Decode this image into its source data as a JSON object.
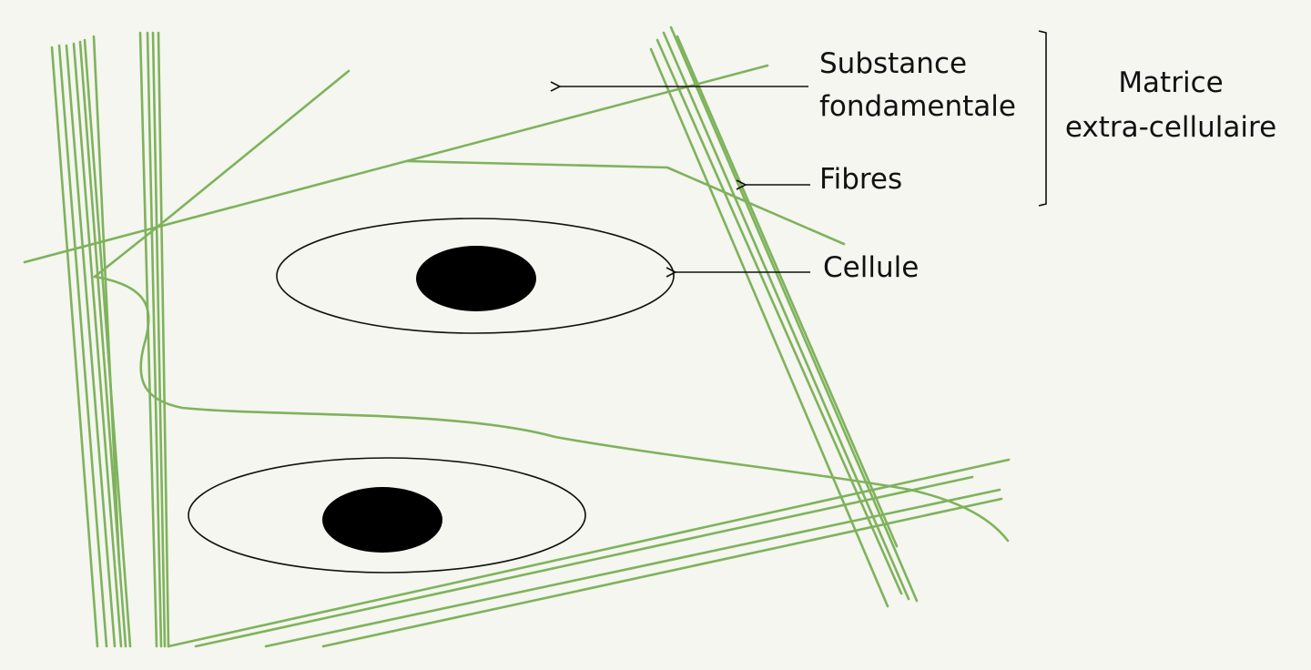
{
  "colors": {
    "background": "#f4f6ef",
    "fiber": "#7fb25c",
    "outline": "#111111",
    "nucleus": "#000000",
    "text": "#111111"
  },
  "labels": {
    "substance_line1": "Substance",
    "substance_line2": "fondamentale",
    "fibres": "Fibres",
    "cellule": "Cellule",
    "matrice_line1": "Matrice",
    "matrice_line2": "extra-cellulaire"
  }
}
